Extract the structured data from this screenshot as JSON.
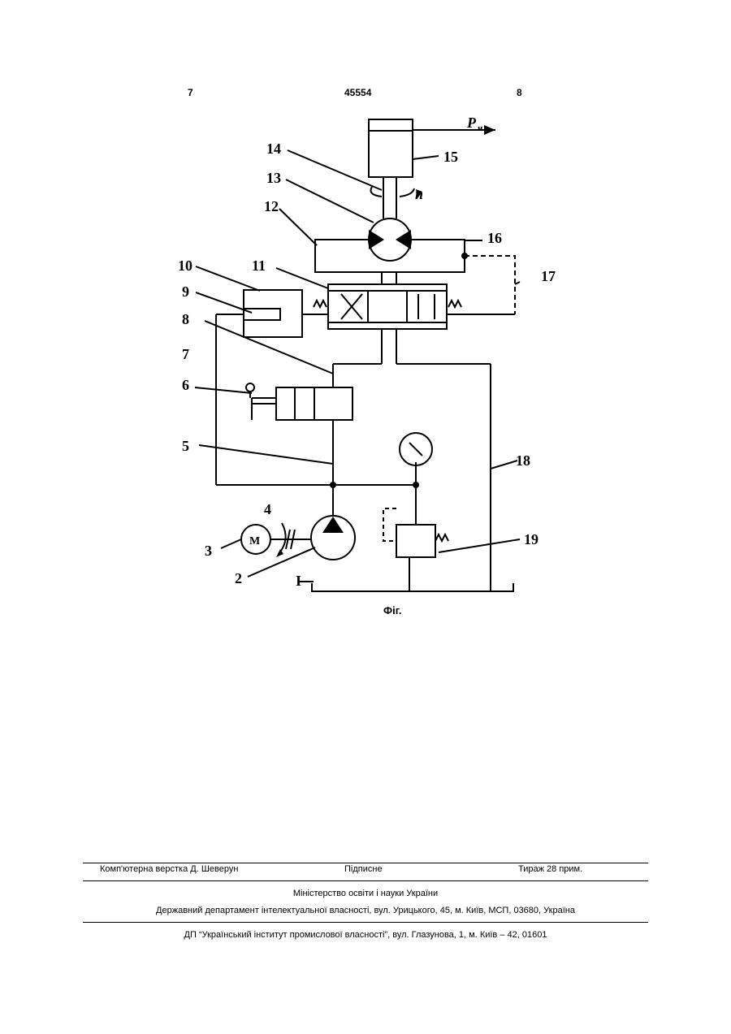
{
  "header": {
    "left_page": "7",
    "patent_number": "45554",
    "right_page": "8"
  },
  "figure": {
    "caption": "Фіг.",
    "labels": {
      "l1": "I",
      "l2": "2",
      "l3": "3",
      "l4": "4",
      "l5": "5",
      "l6": "6",
      "l7": "7",
      "l8": "8",
      "l9": "9",
      "l10": "10",
      "l11": "11",
      "l12": "12",
      "l13": "13",
      "l14": "14",
      "l15": "15",
      "l16": "16",
      "l17": "17",
      "l18": "18",
      "l19": "19"
    },
    "motor_symbol": "M",
    "load_symbol": "P",
    "load_subscript": "н",
    "speed_symbol": "n"
  },
  "footer": {
    "layout": "Комп'ютерна верстка Д. Шеверун",
    "signed": "Підписне",
    "circulation": "Тираж 28 прим.",
    "ministry": "Міністерство освіти і науки України",
    "department": "Державний департамент інтелектуальної власності, вул. Урицького, 45, м. Київ, МСП, 03680, Україна",
    "institute": "ДП “Український інститут промислової власності”, вул. Глазунова, 1, м. Київ – 42, 01601"
  }
}
